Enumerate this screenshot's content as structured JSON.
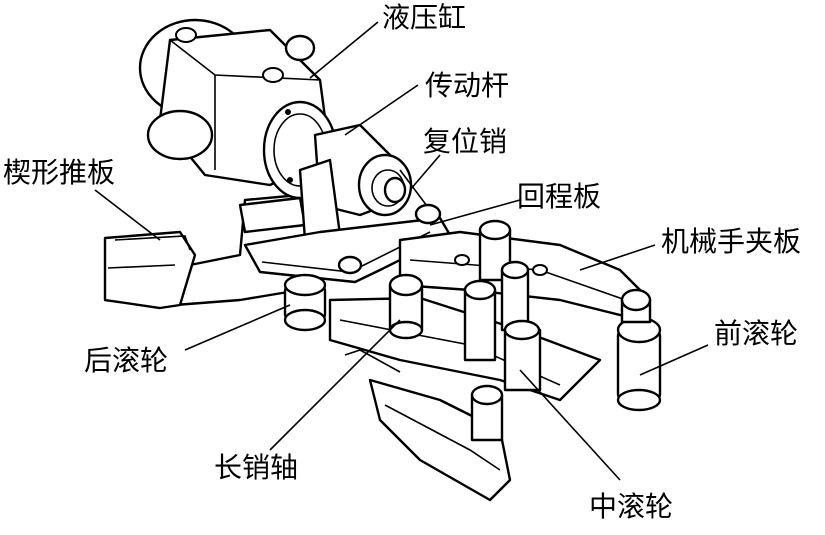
{
  "diagram": {
    "labels": {
      "hydraulic_cylinder": "液压缸",
      "drive_rod": "传动杆",
      "reset_pin": "复位销",
      "wedge_push_plate": "楔形推板",
      "return_plate": "回程板",
      "mechanical_gripper_plate": "机械手夹板",
      "front_roller": "前滚轮",
      "rear_roller": "后滚轮",
      "long_pin_shaft": "长销轴",
      "middle_roller": "中滚轮"
    }
  }
}
